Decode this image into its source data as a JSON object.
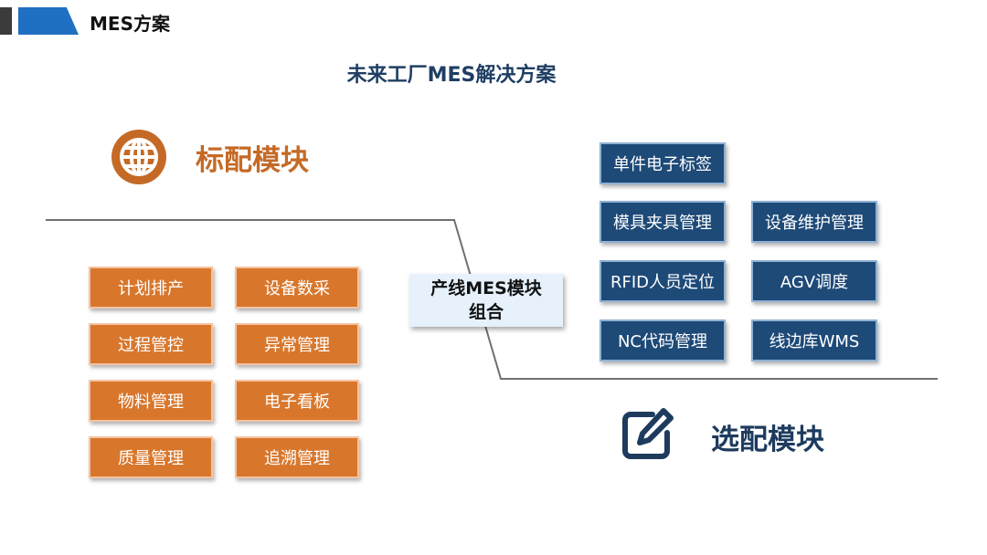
{
  "header": {
    "title": "MES方案"
  },
  "main_title": "未来工厂MES解决方案",
  "standard_section": {
    "title": "标配模块",
    "icon": "globe-icon",
    "color": "#c46a26",
    "items": [
      "计划排产",
      "设备数采",
      "过程管控",
      "异常管理",
      "物料管理",
      "电子看板",
      "质量管理",
      "追溯管理"
    ]
  },
  "center": {
    "line1": "产线MES模块",
    "line2": "组合"
  },
  "optional_section": {
    "title": "选配模块",
    "icon": "edit-icon",
    "color": "#1e3b5e",
    "items": [
      "单件电子标签",
      "模具夹具管理",
      "设备维护管理",
      "RFID人员定位",
      "AGV调度",
      "NC代码管理",
      "线边库WMS"
    ]
  }
}
